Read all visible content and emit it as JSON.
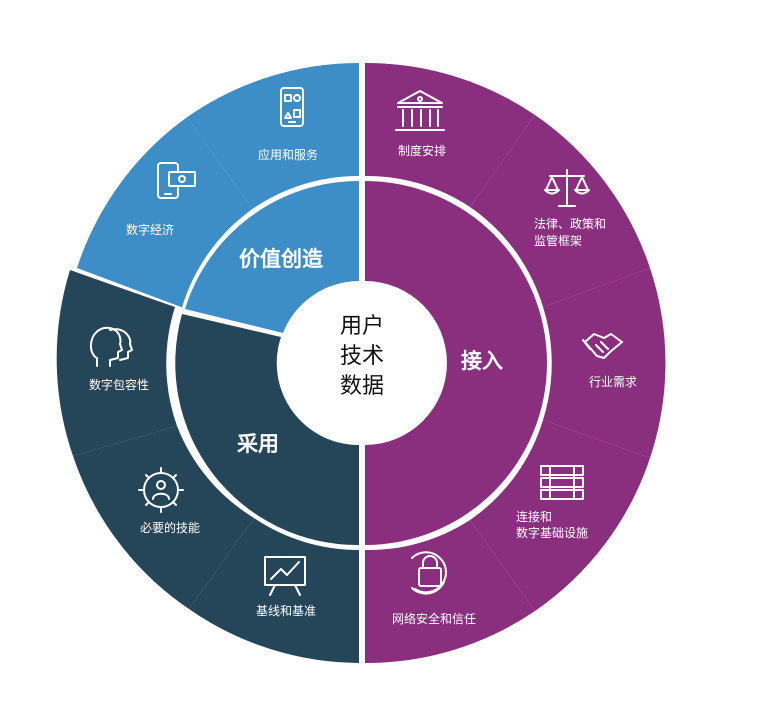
{
  "colors": {
    "blue": "#3d8ec7",
    "purple": "#8a2f7e",
    "navy": "#254658",
    "divider": "#ffffff",
    "center_text": "#111111"
  },
  "center": {
    "label_lines": [
      "用户",
      "技术",
      "数据"
    ]
  },
  "inner_ring": [
    {
      "label": "价值创造",
      "color": "#3d8ec7"
    },
    {
      "label": "接入",
      "color": "#8a2f7e"
    },
    {
      "label": "采用",
      "color": "#254658"
    }
  ],
  "outer_segments": [
    {
      "group": "价值创造",
      "lines": [
        "应用和服务"
      ],
      "icon": "mobile-app-icon",
      "color": "#3d8ec7"
    },
    {
      "group": "价值创造",
      "lines": [
        "数字经济"
      ],
      "icon": "mobile-payment-icon",
      "color": "#3d8ec7"
    },
    {
      "group": "接入",
      "lines": [
        "制度安排"
      ],
      "icon": "institution-building-icon",
      "color": "#8a2f7e"
    },
    {
      "group": "接入",
      "lines": [
        "法律、政策和",
        "监管框架"
      ],
      "icon": "scales-icon",
      "color": "#8a2f7e"
    },
    {
      "group": "接入",
      "lines": [
        "行业需求"
      ],
      "icon": "handshake-icon",
      "color": "#8a2f7e"
    },
    {
      "group": "接入",
      "lines": [
        "连接和",
        "数字基础设施"
      ],
      "icon": "server-icon",
      "color": "#8a2f7e"
    },
    {
      "group": "接入",
      "lines": [
        "网络安全和信任"
      ],
      "icon": "lock-icon",
      "color": "#8a2f7e"
    },
    {
      "group": "采用",
      "lines": [
        "数字包容性"
      ],
      "icon": "people-heads-icon",
      "color": "#254658"
    },
    {
      "group": "采用",
      "lines": [
        "必要的技能"
      ],
      "icon": "gear-person-icon",
      "color": "#254658"
    },
    {
      "group": "采用",
      "lines": [
        "基线和基准"
      ],
      "icon": "chart-board-icon",
      "color": "#254658"
    }
  ]
}
